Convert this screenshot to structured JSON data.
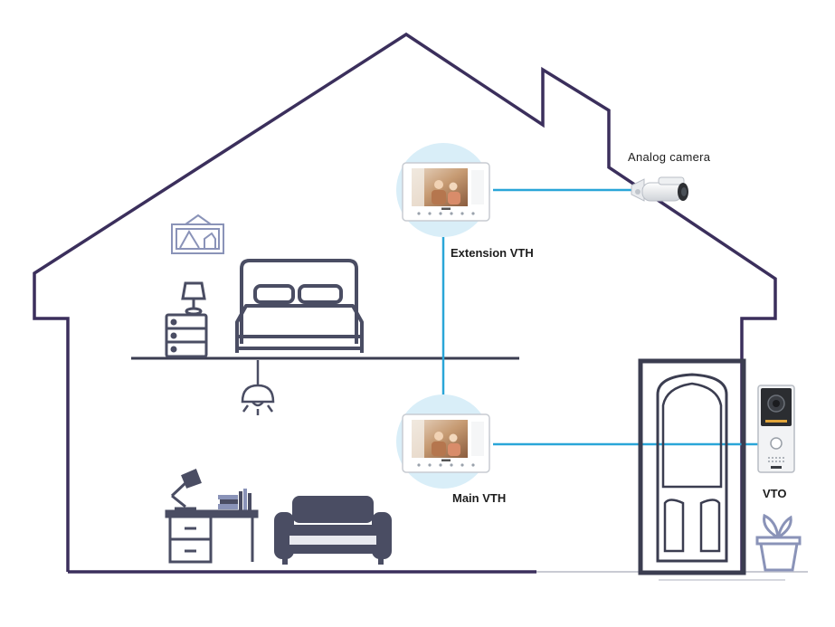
{
  "labels": {
    "analog_camera": "Analog  camera",
    "extension_vth": "Extension VTH",
    "main_vth": "Main VTH",
    "vto": "VTO"
  },
  "colors": {
    "house_outline": "#3b2f5c",
    "connection_line": "#2aa6d8",
    "furniture": "#4a4d63",
    "furniture_light": "#8a93b8",
    "monitor_circle": "#d9eef8",
    "door": "#3b3d50"
  },
  "icons": {
    "picture_frame": "picture-frame-icon",
    "bed": "bed-icon",
    "nightstand": "nightstand-icon",
    "lamp": "table-lamp-icon",
    "ceiling_light": "ceiling-light-icon",
    "desk": "desk-icon",
    "desk_lamp": "desk-lamp-icon",
    "books": "books-icon",
    "sofa": "sofa-icon",
    "plant": "potted-plant-icon",
    "door": "door-icon",
    "camera": "bullet-camera-icon",
    "monitor": "indoor-monitor-icon",
    "door_station": "door-station-icon"
  }
}
